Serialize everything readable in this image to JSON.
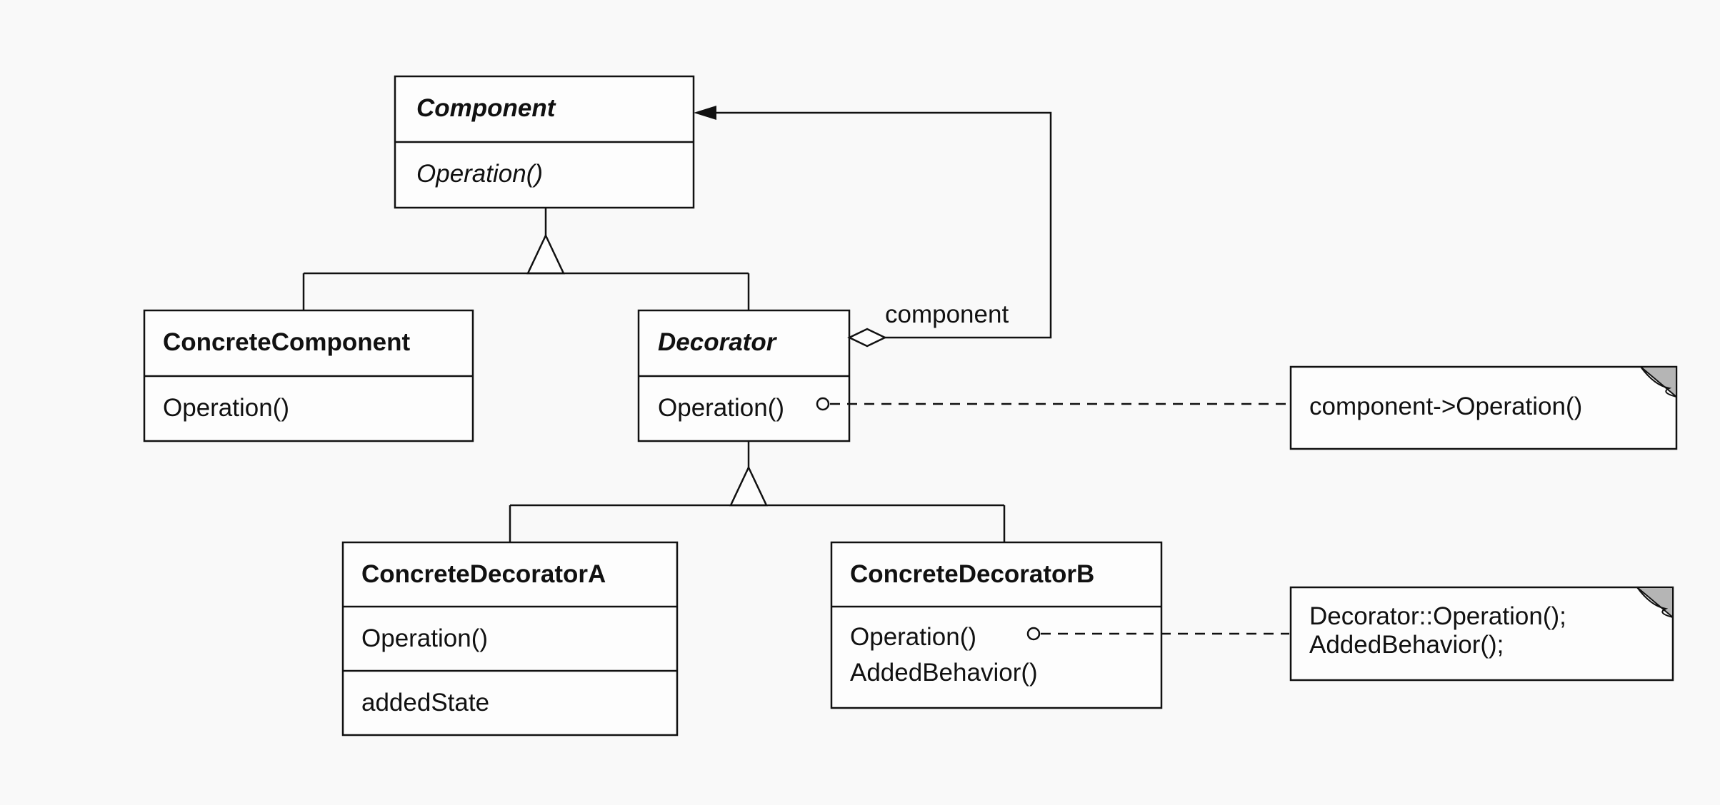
{
  "classes": {
    "component": {
      "name": "Component",
      "operation": "Operation()"
    },
    "concrete_component": {
      "name": "ConcreteComponent",
      "operation": "Operation()"
    },
    "decorator": {
      "name": "Decorator",
      "operation": "Operation()"
    },
    "concrete_decorator_a": {
      "name": "ConcreteDecoratorA",
      "operation": "Operation()",
      "state": "addedState"
    },
    "concrete_decorator_b": {
      "name": "ConcreteDecoratorB",
      "operation": "Operation()",
      "behavior": "AddedBehavior()"
    }
  },
  "association": {
    "role": "component"
  },
  "notes": {
    "decorator_note": {
      "lines": [
        "component->Operation()"
      ]
    },
    "concrete_b_note": {
      "lines": [
        "Decorator::Operation();",
        "AddedBehavior();"
      ]
    }
  }
}
